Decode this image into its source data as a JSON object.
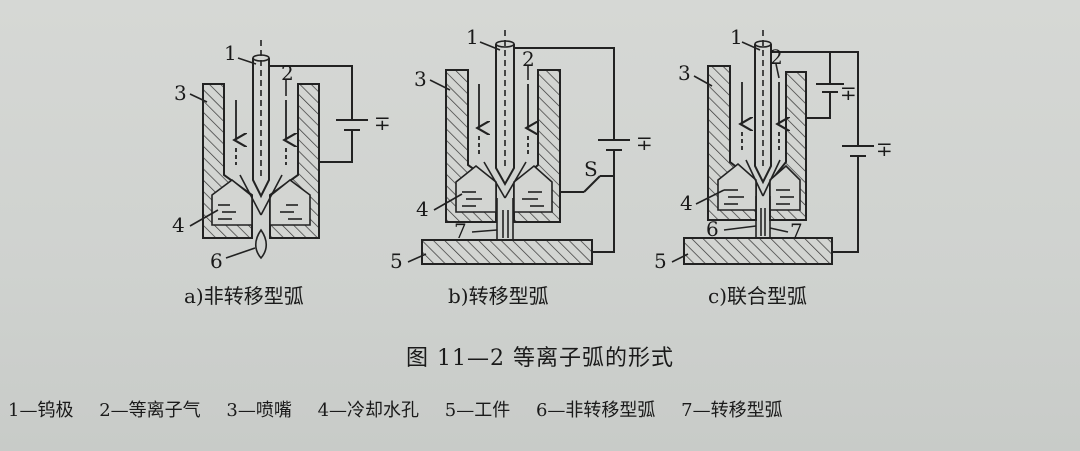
{
  "figure": {
    "title": "图 11—2    等离子弧的形式",
    "subfigures": [
      {
        "id": "a",
        "caption": "a)非转移型弧"
      },
      {
        "id": "b",
        "caption": "b)转移型弧"
      },
      {
        "id": "c",
        "caption": "c)联合型弧"
      }
    ],
    "part_numbers": [
      "1",
      "2",
      "3",
      "4",
      "5",
      "6",
      "7"
    ],
    "switch_label": "S",
    "polarity_mark": "∓"
  },
  "legend": [
    "1—钨极",
    "2—等离子气",
    "3—喷嘴",
    "4—冷却水孔",
    "5—工件",
    "6—非转移型弧",
    "7—转移型弧"
  ]
}
